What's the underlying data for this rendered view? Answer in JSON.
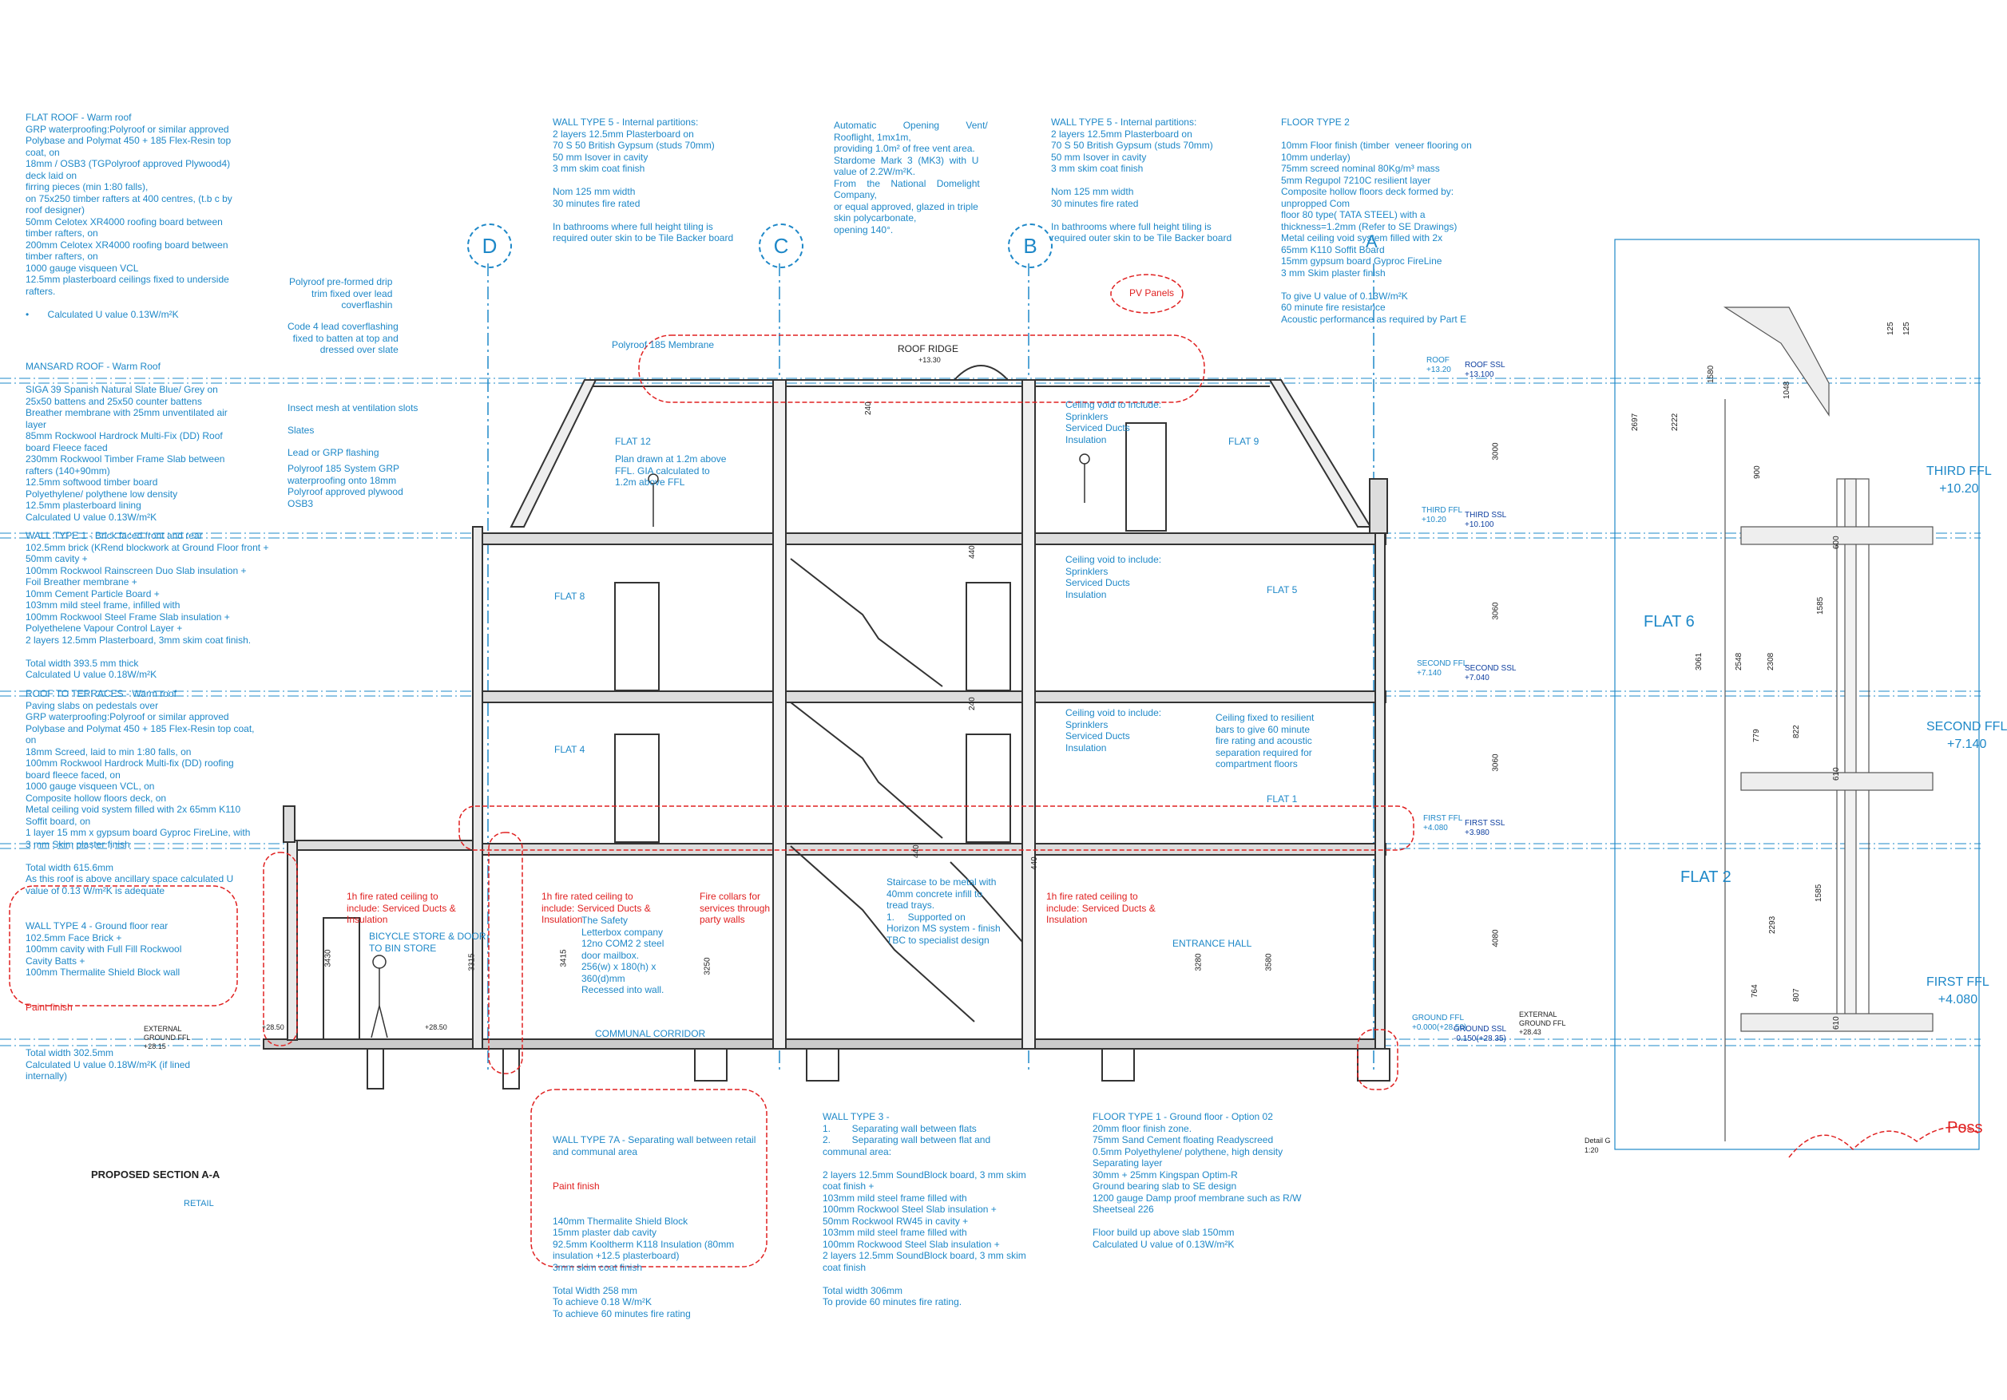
{
  "title": "PROPOSED SECTION A-A",
  "subtitle": "RETAIL",
  "detail": {
    "label": "Detail G",
    "scale": "1:20"
  },
  "grid_labels": [
    "D",
    "C",
    "B",
    "A"
  ],
  "notes_left": {
    "flat_roof": "FLAT ROOF - Warm roof\nGRP waterproofing:Polyroof or similar approved\nPolybase and Polymat 450 + 185 Flex-Resin top\ncoat, on\n18mm / OSB3 (TGPolyroof approved Plywood4)\ndeck laid on\nfirring pieces (min 1:80 falls),\non 75x250 timber rafters at 400 centres, (t.b c by\nroof designer)\n50mm Celotex XR4000 roofing board between\ntimber rafters, on\n200mm Celotex XR4000 roofing board between\ntimber rafters, on\n1000 gauge visqueen VCL\n12.5mm plasterboard ceilings fixed to underside\nrafters.\n\n•       Calculated U value 0.13W/m²K",
    "mansard_roof": "MANSARD ROOF - Warm Roof\n\nSIGA 39 Spanish Natural Slate Blue/ Grey on\n25x50 battens and 25x50 counter battens\nBreather membrane with 25mm unventilated air\nlayer\n85mm Rockwool Hardrock Multi-Fix (DD) Roof\nboard Fleece faced\n230mm Rockwool Timber Frame Slab between\nrafters (140+90mm)\n12.5mm softwood timber board\nPolyethylene/ polythene low density\n12.5mm plasterboard lining\nCalculated U value 0.13W/m²K",
    "wall_type_1": "WALL TYPE 1 - Brick faced front and rear\n102.5mm brick (KRend blockwork at Ground Floor front +\n50mm cavity +\n100mm Rockwool Rainscreen Duo Slab insulation +\nFoil Breather membrane +\n10mm Cement Particle Board +\n103mm mild steel frame, infilled with\n100mm Rockwool Steel Frame Slab insulation +\nPolyethelene Vapour Control Layer +\n2 layers 12.5mm Plasterboard, 3mm skim coat finish.\n\nTotal width 393.5 mm thick\nCalculated U value 0.18W/m²K",
    "roof_terraces": "ROOF TO TERRACES - Warm roof\nPaving slabs on pedestals over\nGRP waterproofing:Polyroof or similar approved\nPolybase and Polymat 450 + 185 Flex-Resin top coat,\non\n18mm Screed, laid to min 1:80 falls, on\n100mm Rockwool Hardrock Multi-fix (DD) roofing\nboard fleece faced, on\n1000 gauge visqueen VCL, on\nComposite hollow floors deck, on\nMetal ceiling void system filled with 2x 65mm K110\nSoffit board, on\n1 layer 15 mm x gypsum board Gyproc FireLine, with\n3 mm Skim plaster finish\n\nTotal width 615.6mm\nAs this roof is above ancillary space calculated U\nvalue of 0.13 W/m²K is adequate",
    "wall_type_4_a": "WALL TYPE 4 - Ground floor rear\n102.5mm Face Brick +\n100mm cavity with Full Fill Rockwool\nCavity Batts +\n100mm Thermalite Shield Block wall",
    "wall_type_4_red": "Paint finish",
    "wall_type_4_b": "Total width 302.5mm\nCalculated U value 0.18W/m²K (if lined\ninternally)"
  },
  "notes_top": {
    "wall_type_5_a": "WALL TYPE 5 - Internal partitions:\n2 layers 12.5mm Plasterboard on\n70 S 50 British Gypsum (studs 70mm)\n50 mm Isover in cavity\n3 mm skim coat finish\n\nNom 125 mm width\n30 minutes fire rated\n\nIn bathrooms where full height tiling is\nrequired outer skin to be Tile Backer board",
    "rooflight": "Automatic          Opening          Vent/\nRooflight, 1mx1m,\nproviding 1.0m² of free vent area.\nStardome  Mark  3  (MK3)  with  U\nvalue of 2.2W/m²K.\nFrom    the    National    Domelight\nCompany,\nor equal approved, glazed in triple\nskin polycarbonate,\nopening 140°.",
    "wall_type_5_b": "WALL TYPE 5 - Internal partitions:\n2 layers 12.5mm Plasterboard on\n70 S 50 British Gypsum (studs 70mm)\n50 mm Isover in cavity\n3 mm skim coat finish\n\nNom 125 mm width\n30 minutes fire rated\n\nIn bathrooms where full height tiling is\nrequired outer skin to be Tile Backer board",
    "floor_type_2": "FLOOR TYPE 2\n\n10mm Floor finish (timber  veneer flooring on\n10mm underlay)\n75mm screed nominal 80Kg/m³ mass\n5mm Regupol 7210C resilient layer\nComposite hollow floors deck formed by:\nunpropped Com\nfloor 80 type( TATA STEEL) with a\nthickness=1.2mm (Refer to SE Drawings)\nMetal ceiling void system filled with 2x\n65mm K110 Soffit Board\n15mm gypsum board Gyproc FireLine\n3 mm Skim plaster finish\n\nTo give U value of 0.13W/m²K\n60 minute fire resistance\nAcoustic performance as required by Part E"
  },
  "notes_roof_callouts": {
    "drip_trim": "Polyroof pre-formed drip\ntrim fixed over lead\ncoverflashin",
    "code4": "Code 4 lead coverflashing\nfixed to batten at top and\ndressed over slate",
    "membrane": "Polyroof 185 Membrane",
    "insect": "Insect mesh at ventilation slots",
    "slates": "Slates",
    "lead": "Lead or GRP flashing",
    "polyroof185": "Polyroof 185 System GRP\nwaterproofing onto 18mm\nPolyroof approved plywood\nOSB3",
    "pv": "PV Panels",
    "ridge": "ROOF RIDGE",
    "ridge_level": "+13.30"
  },
  "section_labels": {
    "flat12": "FLAT 12",
    "flat12_note": "Plan drawn at 1.2m above\nFFL. GIA calculated to\n1.2m above FFL",
    "flat9": "FLAT 9",
    "flat8": "FLAT 8",
    "flat5": "FLAT 5",
    "flat4": "FLAT 4",
    "flat1": "FLAT 1",
    "ceiling_void": "Ceiling void to include:\nSprinklers\nServiced Ducts\nInsulation",
    "ceiling_fixed": "Ceiling fixed to resilient\nbars to give 60 minute\nfire rating and acoustic\nseparation required for\ncompartment floors",
    "fire_rated_1": "1h fire rated ceiling to\ninclude: Serviced Ducts &\nInsulation",
    "fire_collars": "Fire collars for\nservices through\nparty walls",
    "staircase": "Staircase to be metal with\n40mm concrete infill to\ntread trays.\n1.     Supported on\nHorizon MS system - finish\nTBC to specialist design",
    "letterbox": "The Safety\nLetterbox company\n12no COM2 2 steel\ndoor mailbox.\n256(w) x 180(h) x\n360(d)mm\nRecessed into wall.",
    "bicycle": "BICYCLE STORE & DOOR\nTO BIN STORE",
    "entrance": "ENTRANCE HALL",
    "corridor": "COMMUNAL CORRIDOR",
    "external_left": "EXTERNAL\nGROUND FFL\n+28.15",
    "external_right": "EXTERNAL\nGROUND FFL\n+28.43",
    "lvl_2850_a": "+28.50",
    "lvl_2850_b": "+28.50"
  },
  "notes_bottom": {
    "wall_7a_a": "WALL TYPE 7A - Separating wall between retail\nand communal area",
    "wall_7a_red": "Paint finish",
    "wall_7a_b": "140mm Thermalite Shield Block\n15mm plaster dab cavity\n92.5mm Kooltherm K118 Insulation (80mm\ninsulation +12.5 plasterboard)\n3mm skim coat finish\n\nTotal Width 258 mm\nTo achieve 0.18 W/m²K\nTo achieve 60 minutes fire rating",
    "wall_3": "WALL TYPE 3 -\n1.        Separating wall between flats\n2.        Separating wall between flat and\ncommunal area:\n\n2 layers 12.5mm SoundBlock board, 3 mm skim\ncoat finish +\n103mm mild steel frame filled with\n100mm Rockwool Steel Slab insulation +\n50mm Rockwool RW45 in cavity +\n103mm mild steel frame filled with\n100mm Rockwood Steel Slab insulation +\n2 layers 12.5mm SoundBlock board, 3 mm skim\ncoat finish\n\nTotal width 306mm\nTo provide 60 minutes fire rating.",
    "floor_type_1": "FLOOR TYPE 1 - Ground floor - Option 02\n20mm floor finish zone.\n75mm Sand Cement floating Readyscreed\n0.5mm Polyethylene/ polythene, high density\nSeparating layer\n30mm + 25mm Kingspan Optim-R\nGround bearing slab to SE design\n1200 gauge Damp proof membrane such as R/W\nSheetseal 226\n\nFloor build up above slab 150mm\nCalculated U value of 0.13W/m²K"
  },
  "levels": [
    {
      "a": "ROOF\n+13.20",
      "b": "ROOF SSL\n+13.100"
    },
    {
      "a": "THIRD FFL\n+10.20",
      "b": "THIRD SSL\n+10.100"
    },
    {
      "a": "SECOND FFL\n+7.140",
      "b": "SECOND SSL\n+7.040"
    },
    {
      "a": "FIRST FFL\n+4.080",
      "b": "FIRST SSL\n+3.980"
    },
    {
      "a": "GROUND FFL\n+0.000(+28.50)",
      "b": "GROUND SSL\n-0.150(+28.35)"
    }
  ],
  "dims": [
    "3000",
    "3060",
    "3060",
    "4080",
    "3280",
    "3580",
    "3430",
    "3315",
    "3415",
    "3250",
    "240",
    "440",
    "440",
    "440"
  ],
  "detail_side": {
    "flat6": "FLAT 6",
    "flat2": "FLAT 2",
    "third": "THIRD FFL\n+10.20",
    "second": "SECOND FFL\n+7.140",
    "first": "FIRST FFL\n+4.080",
    "poss": "Poss",
    "dims": [
      "2697",
      "2222",
      "1580",
      "900",
      "3061",
      "2548",
      "2308",
      "2293",
      "1585",
      "1585",
      "764",
      "807",
      "779",
      "822",
      "610",
      "610",
      "600",
      "1048",
      "125",
      "125"
    ]
  },
  "colors": {
    "blue": "#1e88c8",
    "red": "#e02020",
    "ink": "#222222"
  }
}
